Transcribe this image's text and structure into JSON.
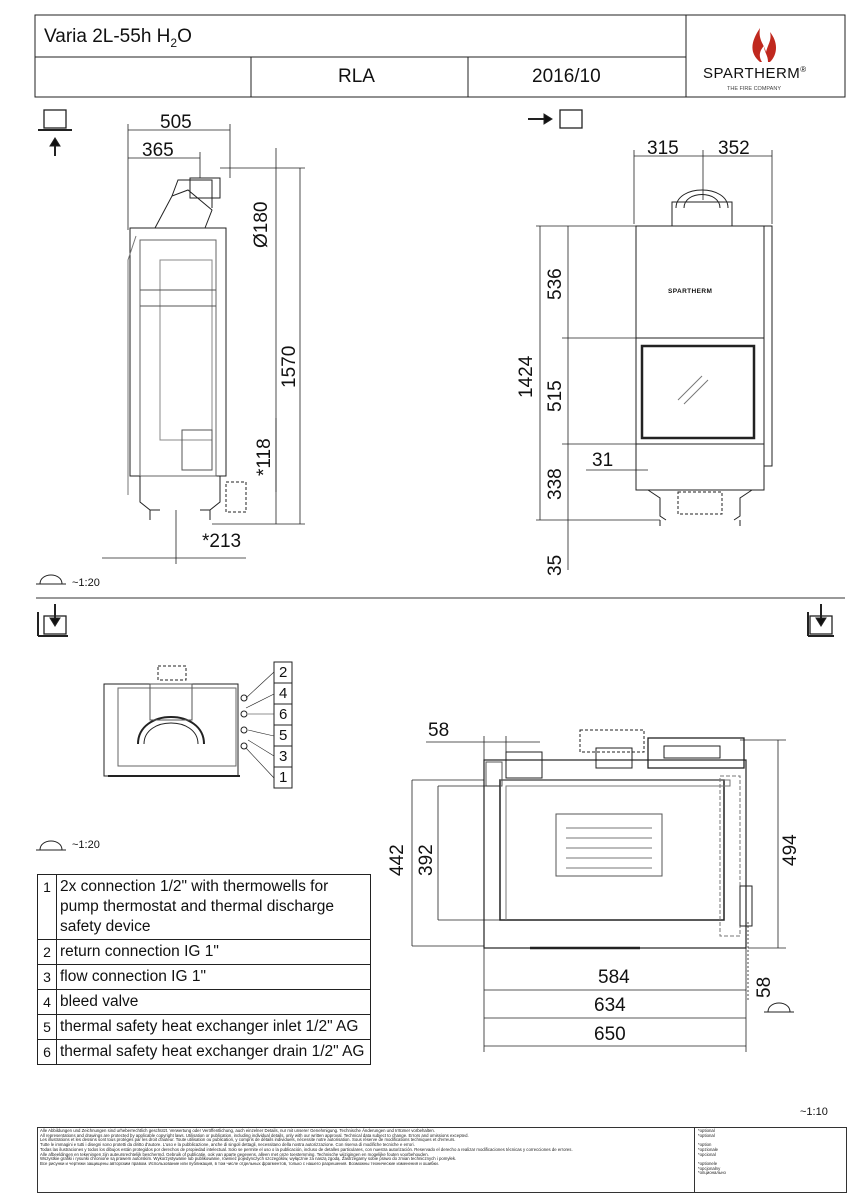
{
  "header": {
    "model_title": "Varia 2L-55h H",
    "model_sub": "2",
    "model_suffix": "O",
    "variant": "RLA",
    "date": "2016/10",
    "brand": "SPARTHERM",
    "brand_reg": "®",
    "brand_tagline": "THE FIRE COMPANY"
  },
  "side_view": {
    "dims": {
      "w505": "505",
      "w365": "365",
      "d180": "Ø180",
      "h1570": "1570",
      "h118": "*118",
      "w213": "*213"
    }
  },
  "front_view": {
    "dims": {
      "w315": "315",
      "w352": "352",
      "h536": "536",
      "h1424": "1424",
      "h515": "515",
      "w31": "31",
      "h338": "338",
      "h35": "35"
    },
    "nameplate": "SPARTHERM"
  },
  "plan_view": {
    "dims": {
      "w58a": "58",
      "h442": "442",
      "h392": "392",
      "h494": "494",
      "w584": "584",
      "w634": "634",
      "w650": "650",
      "h58b": "58"
    }
  },
  "connection_numbers": [
    "2",
    "4",
    "6",
    "5",
    "3",
    "1"
  ],
  "scales": {
    "s1": "~1:20",
    "s2": "~1:20",
    "s3": "~1:10"
  },
  "legend": [
    {
      "num": "1",
      "text": "2x connection 1/2\" with thermowells for pump thermostat and thermal discharge safety device"
    },
    {
      "num": "2",
      "text": "return connection IG 1\""
    },
    {
      "num": "3",
      "text": "flow connection IG 1\""
    },
    {
      "num": "4",
      "text": "bleed valve"
    },
    {
      "num": "5",
      "text": "thermal safety heat exchanger inlet 1/2\" AG"
    },
    {
      "num": "6",
      "text": "thermal safety heat exchanger drain 1/2\" AG"
    }
  ],
  "footer": {
    "disclaimer": "Alle Abbildungen und Zeichnungen sind urheberrechtlich geschützt. Verwertung oder Veröffentlichung, auch einzelner Details, nur mit unserer Genehmigung. Technische Änderungen und Irrtümer vorbehalten.\nAll representations and drawings are protected by applicable copyright laws. Utilisation or publication, including individual details, only with our written approval. Technical data subject to change. Errors and omissions excepted.\nLes illustrations et les dessins sont tous protégés par les droit d'auteur. Toute utilisation ou publication, y compris de détails individuels, nécessite notre autorisation. Sous réserve de modifications techniques et d'erreurs.\nTutte le immagini e tutti i disegni sono protetti da diritto d'autore. L'uso e la pubblicazione, anche di singoli dettagli, necessitano della nostra autorizzazione. Con riserva di modifiche tecniche e errori.\nTodas las ilustraciones y todos los dibujos están protegidos por derechos de propiedad intelectual. Solo se permite el uso o la publicación, incluso de detalles particulares, con nuestra autorización. Reservado el derecho a realizar modificaciones técnicas y correcciones de errores.\nAlle afbeeldingen en tekeningen zijn auteursrechtelijk beschermd. Gebruik of publicatie, ook van aparte gegevens, alleen met onze toestemming. Technische wijzigingen en mogelijke fouten voorbehouden.\nWszystkie grafiki i rysunki chronione są prawem autorskim. Wykorzystywanie lub publikowanie, również pojedynczych szczegółów, wyłącznie za naszą zgodą. Zastrzegamy sobie prawo do zmian technicznych i pomyłek.\nВсе рисунки и чертежи защищены авторским правом. Использование или публикация, в том числе отдельных фрагментов, только с нашего разрешения. Возможны технические изменения и ошибки.",
    "optional": "*optional\n*optional\n\n*option\n*opzionale\n*opcional\n\n*optionele\n*opcjonalny\n*опционально"
  }
}
